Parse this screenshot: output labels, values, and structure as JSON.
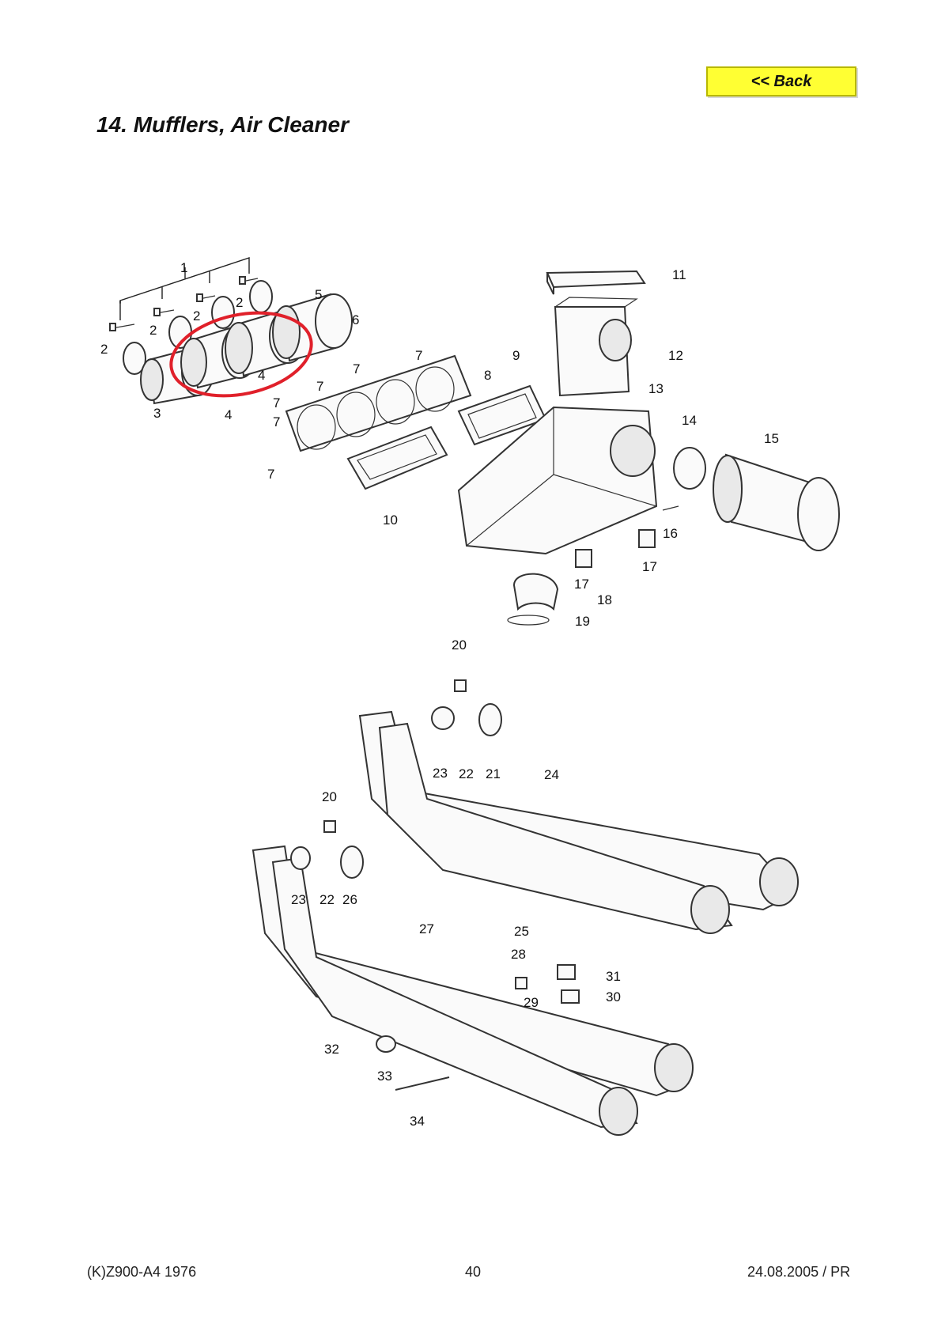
{
  "nav": {
    "back_label": "<< Back"
  },
  "page": {
    "title": "14. Mufflers, Air Cleaner"
  },
  "footer": {
    "model": "(K)Z900-A4 1976",
    "page_number": "40",
    "date": "24.08.2005 / PR"
  },
  "callouts": {
    "c1": "1",
    "c2a": "2",
    "c2b": "2",
    "c2c": "2",
    "c2d": "2",
    "c3": "3",
    "c4a": "4",
    "c4b": "4",
    "c5": "5",
    "c6": "6",
    "c7a": "7",
    "c7b": "7",
    "c7c": "7",
    "c7d": "7",
    "c7e": "7",
    "c7f": "7",
    "c8": "8",
    "c9": "9",
    "c10": "10",
    "c11": "11",
    "c12": "12",
    "c13": "13",
    "c14": "14",
    "c15": "15",
    "c16": "16",
    "c17a": "17",
    "c17b": "17",
    "c18": "18",
    "c19": "19",
    "c20a": "20",
    "c20b": "20",
    "c21": "21",
    "c22a": "22",
    "c22b": "22",
    "c23a": "23",
    "c23b": "23",
    "c24": "24",
    "c25": "25",
    "c26": "26",
    "c27": "27",
    "c28": "28",
    "c29": "29",
    "c30": "30",
    "c31": "31",
    "c32": "32",
    "c33": "33",
    "c34": "34"
  },
  "highlight": {
    "color": "#e0202a"
  }
}
